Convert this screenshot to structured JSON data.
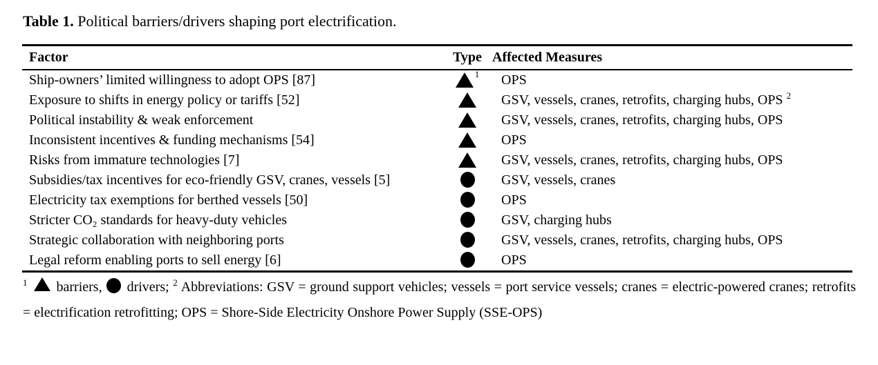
{
  "title": {
    "label": "Table 1.",
    "text": "Political barriers/drivers shaping port electrification."
  },
  "colors": {
    "text": "#000000",
    "background": "#ffffff"
  },
  "table": {
    "headers": {
      "factor": "Factor",
      "type": "Type",
      "measures": "Affected Measures"
    },
    "type_icons": {
      "triangle": "barrier",
      "circle": "driver"
    },
    "rows": [
      {
        "factor": "Ship-owners’ limited willingness to adopt OPS [87]",
        "type": "triangle",
        "type_sup": "1",
        "measures": "OPS",
        "measures_sup": ""
      },
      {
        "factor": "Exposure to shifts in energy policy or tariffs [52]",
        "type": "triangle",
        "type_sup": "",
        "measures": "GSV, vessels, cranes, retrofits, charging hubs, OPS",
        "measures_sup": "2"
      },
      {
        "factor": "Political instability & weak enforcement",
        "type": "triangle",
        "type_sup": "",
        "measures": "GSV, vessels, cranes, retrofits, charging hubs, OPS",
        "measures_sup": ""
      },
      {
        "factor": "Inconsistent incentives & funding mechanisms [54]",
        "type": "triangle",
        "type_sup": "",
        "measures": "OPS",
        "measures_sup": ""
      },
      {
        "factor": "Risks from immature technologies [7]",
        "type": "triangle",
        "type_sup": "",
        "measures": "GSV, vessels, cranes, retrofits, charging hubs, OPS",
        "measures_sup": ""
      },
      {
        "factor": "Subsidies/tax incentives for eco-friendly GSV, cranes, vessels [5]",
        "type": "circle",
        "type_sup": "",
        "measures": "GSV, vessels, cranes",
        "measures_sup": ""
      },
      {
        "factor": "Electricity tax exemptions for berthed vessels [50]",
        "type": "circle",
        "type_sup": "",
        "measures": "OPS",
        "measures_sup": ""
      },
      {
        "factor": "Stricter CO₂ standards for heavy-duty vehicles",
        "type": "circle",
        "type_sup": "",
        "measures": "GSV, charging hubs",
        "measures_sup": ""
      },
      {
        "factor": "Strategic collaboration with neighboring ports",
        "type": "circle",
        "type_sup": "",
        "measures": "GSV, vessels, cranes, retrofits, charging hubs, OPS",
        "measures_sup": ""
      },
      {
        "factor": "Legal reform enabling ports to sell energy [6]",
        "type": "circle",
        "type_sup": "",
        "measures": "OPS",
        "measures_sup": ""
      }
    ]
  },
  "footnote": {
    "sup1": "1",
    "triangle_label": "barriers,",
    "circle_label": "drivers;",
    "sup2": "2",
    "abbreviations": "Abbreviations: GSV = ground support vehicles; vessels = port service vessels; cranes = electric-powered cranes; retrofits = electrification retrofitting; OPS = Shore-Side Electricity Onshore Power Supply (SSE-OPS)"
  }
}
